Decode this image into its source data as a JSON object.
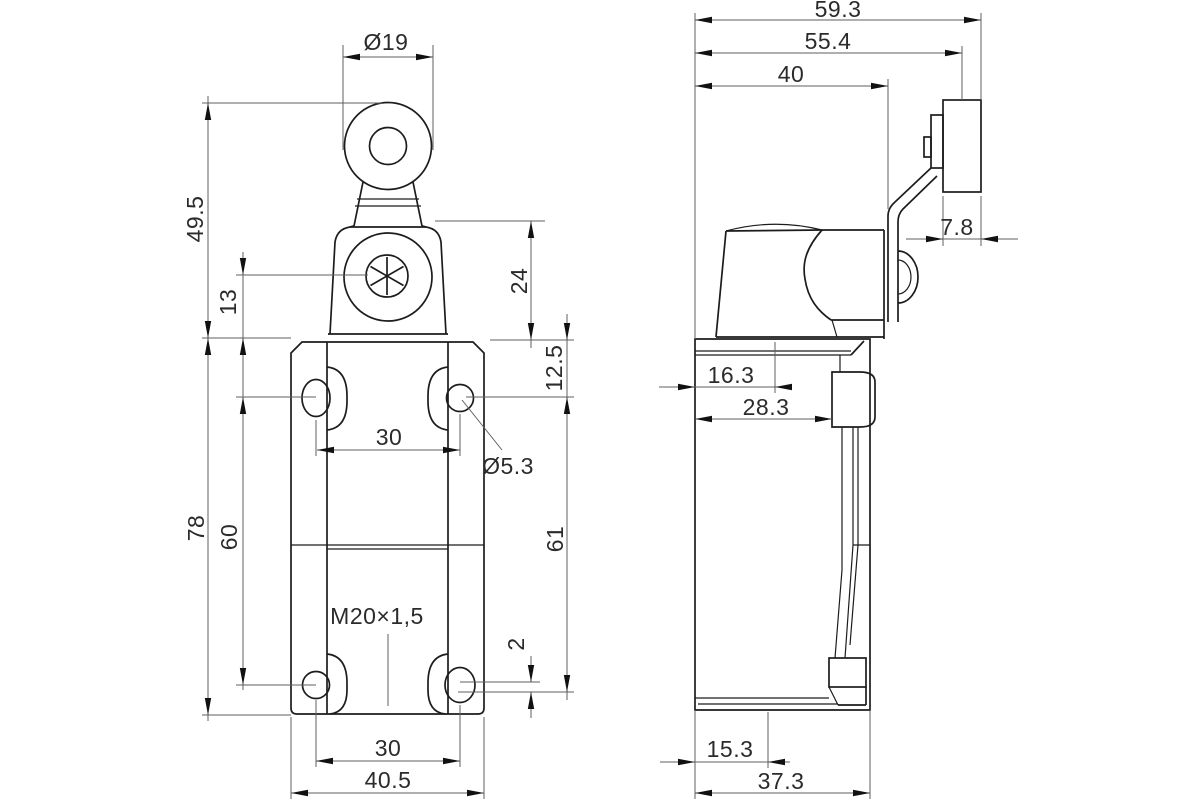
{
  "drawing": {
    "type": "technical-dimension-drawing",
    "subject": "roller-lever-limit-switch",
    "background_color": "#ffffff",
    "object_line_color": "#1c1c1c",
    "dimension_line_color": "#5f5f5f",
    "text_color": "#2b2b2b",
    "front_view": {
      "dims": {
        "roller_dia": "Ø19",
        "lever_height": "49.5",
        "pivot_offset": "13",
        "head_height": "24",
        "top_hole_offset": "12.5",
        "hole_dia": "Ø5.3",
        "top_hole_spacing": "30",
        "right_span": "61",
        "left_span": "60",
        "body_height": "78",
        "thread": "M20×1,5",
        "slot_offset": "2",
        "bottom_hole_spacing": "30",
        "body_width": "40.5"
      }
    },
    "side_view": {
      "dims": {
        "overall_depth": "59.3",
        "roller_center_depth": "55.4",
        "lever_depth": "40",
        "roller_width": "7.8",
        "head_front_depth": "16.3",
        "head_depth": "28.3",
        "base_front_depth": "15.3",
        "base_depth": "37.3"
      }
    }
  }
}
